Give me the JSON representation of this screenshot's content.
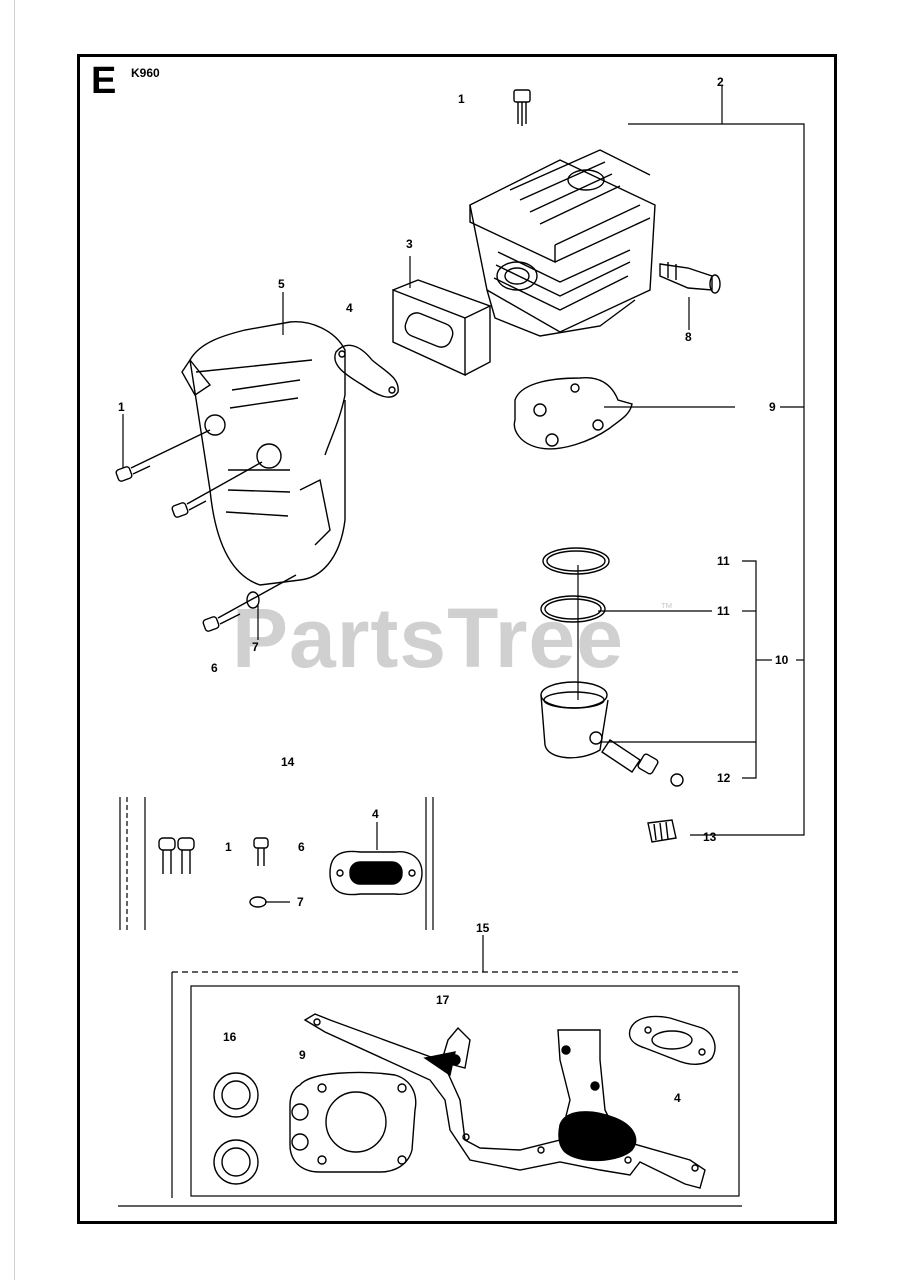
{
  "header": {
    "section": "E",
    "model": "K960"
  },
  "watermark": {
    "text": "PartsTree",
    "tm": "™"
  },
  "labels": {
    "l1a": "1",
    "l2": "2",
    "l3": "3",
    "l4a": "4",
    "l5": "5",
    "l1b": "1",
    "l8": "8",
    "l9a": "9",
    "l7a": "7",
    "l6a": "6",
    "l11a": "11",
    "l11b": "11",
    "l10": "10",
    "l12": "12",
    "l14": "14",
    "l13": "13",
    "l4b": "4",
    "l1c": "1",
    "l6b": "6",
    "l7b": "7",
    "l15": "15",
    "l17": "17",
    "l16": "16",
    "l9b": "9",
    "l4c": "4"
  }
}
